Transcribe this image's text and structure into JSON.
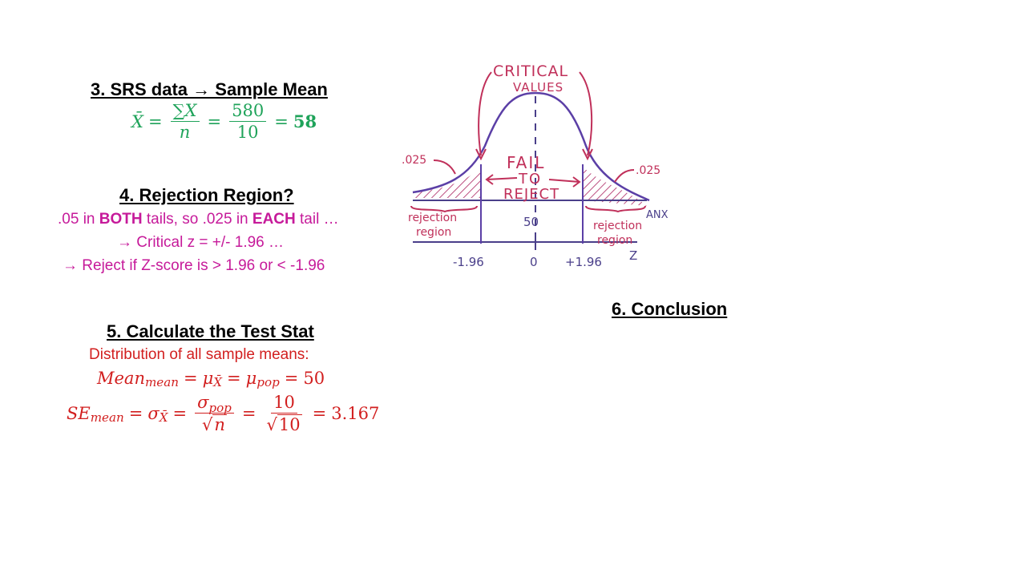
{
  "section3": {
    "heading": "3.  SRS data → Sample Mean",
    "formula": {
      "lhs": "X̄",
      "sum_num": "∑X",
      "sum_den": "n",
      "num": "580",
      "den": "10",
      "result": "58"
    }
  },
  "section4": {
    "heading": "4. Rejection Region?",
    "line1_a": ".05 in ",
    "line1_b": "BOTH",
    "line1_c": " tails, so .025 in ",
    "line1_d": "EACH",
    "line1_e": " tail …",
    "line2": "→ Critical z = +/- 1.96 …",
    "line3": "→  Reject if Z-score is > 1.96 or < -1.96"
  },
  "section5": {
    "heading": "5.  Calculate the Test Stat",
    "subtitle": "Distribution of all sample means:",
    "mean_lhs": "Mean",
    "mean_sub": "mean",
    "mu_sub1": "X̄",
    "mu_sub2": "pop",
    "mean_value": "50",
    "se_lhs": "SE",
    "se_sub": "mean",
    "sigma_sub": "X̄",
    "sigma_pop_sub": "pop",
    "sqrt_n": "n",
    "ten": "10",
    "sqrt_ten": "10",
    "se_value": "3.167"
  },
  "section6": {
    "heading": "6. Conclusion"
  },
  "diagram": {
    "critical_line1": "CRITICAL",
    "critical_line2": "VALUES",
    "left_tail": ".025",
    "right_tail": ".025",
    "fail1": "FAIL",
    "fail2": "TO",
    "fail3": "REJECT",
    "center_value": "50",
    "axis_label_top": "ANX",
    "axis_label_bottom": "Z",
    "rej_left1": "rejection",
    "rej_left2": "region",
    "rej_right1": "rejection",
    "rej_right2": "region",
    "tick_left": "-1.96",
    "tick_center": "0",
    "tick_right": "+1.96",
    "colors": {
      "curve": "#5b3fa6",
      "ink": "#c0305a",
      "axis": "#4a3f8a"
    }
  }
}
